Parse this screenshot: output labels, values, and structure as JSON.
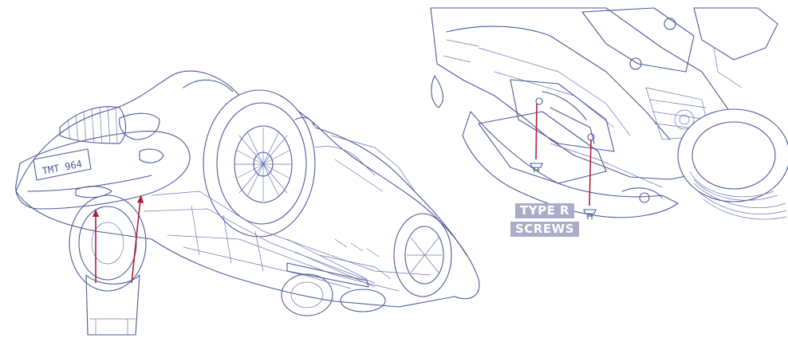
{
  "callout": {
    "line1": "TYPE R",
    "line2": "SCREWS"
  },
  "plate": {
    "text": "TMT 964"
  },
  "colors": {
    "line_art": "#4a5a9a",
    "arrow": "#b0203a",
    "label_bg": "#a9adc8",
    "label_text": "#ffffff"
  },
  "icons": {
    "screw": "screw-icon",
    "car": "car-underside-illustration",
    "part": "undertray-part-illustration"
  }
}
